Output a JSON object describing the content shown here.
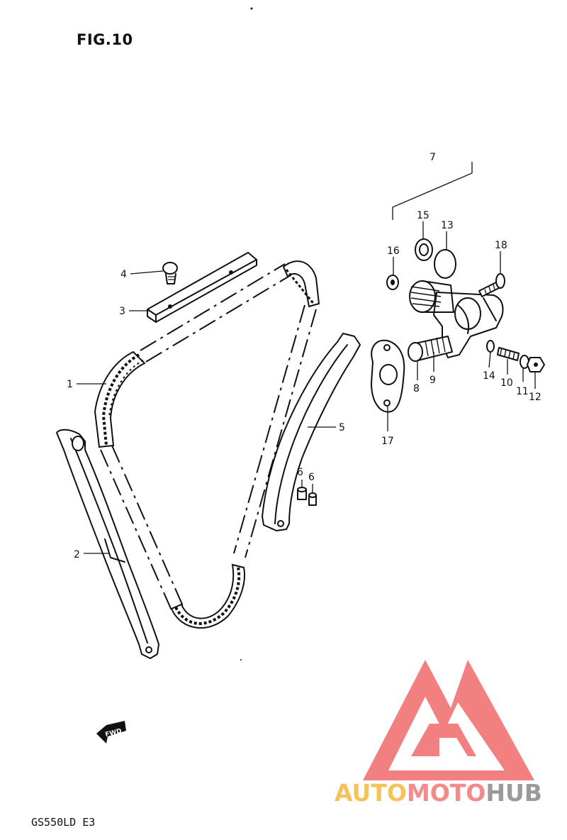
{
  "figure": {
    "title": "FIG.10",
    "model_code": "GS550LD E3",
    "fwd_label": "FWD"
  },
  "callouts": [
    {
      "id": "1"
    },
    {
      "id": "2"
    },
    {
      "id": "3"
    },
    {
      "id": "4"
    },
    {
      "id": "5"
    },
    {
      "id": "6"
    },
    {
      "id": "6"
    },
    {
      "id": "7"
    },
    {
      "id": "8"
    },
    {
      "id": "9"
    },
    {
      "id": "10"
    },
    {
      "id": "11"
    },
    {
      "id": "12"
    },
    {
      "id": "13"
    },
    {
      "id": "14"
    },
    {
      "id": "15"
    },
    {
      "id": "16"
    },
    {
      "id": "17"
    },
    {
      "id": "18"
    }
  ],
  "watermark": {
    "part1": "AUTO",
    "part2": "MOTO",
    "part3": "HUB",
    "color1": "#f6c35a",
    "color2": "#f48a8a",
    "color3": "#9a9a9a",
    "logo_color": "#f06a6a"
  }
}
